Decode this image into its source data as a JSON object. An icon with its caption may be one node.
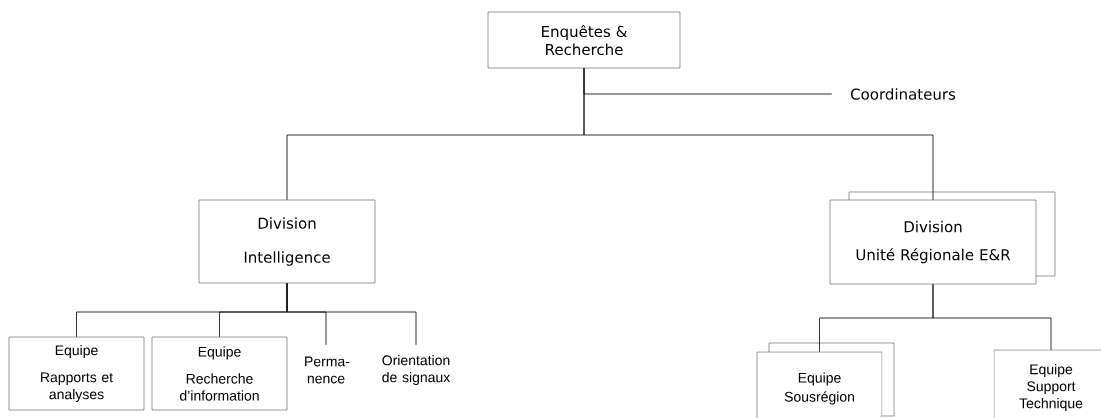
{
  "diagram": {
    "nodes": [
      {
        "text": [
          "Enquêtes & Recherche"
        ]
      },
      {
        "text": [
          "Coordinateurs"
        ]
      },
      {
        "text": [
          "Division",
          "Intelligence"
        ]
      },
      {
        "text": [
          "Division",
          "Unité Régionale E&R"
        ]
      },
      {
        "text": [
          "Equipe",
          "Rapports et analyses"
        ]
      },
      {
        "text": [
          "Equipe",
          "Recherche d’information"
        ]
      },
      {
        "text": [
          "Perma- nence"
        ]
      },
      {
        "text": [
          "Orientation de signaux"
        ]
      },
      {
        "text": [
          "Equipe",
          "Sousrégion"
        ]
      },
      {
        "text": [
          "Equipe",
          "Support Technique"
        ]
      }
    ],
    "edges": [
      {
        "from": 0,
        "to": 1,
        "arrow": "none"
      },
      {
        "from": 0,
        "to": 2,
        "arrow": "none"
      },
      {
        "from": 0,
        "to": 3,
        "arrow": "none"
      },
      {
        "from": 2,
        "to": 4,
        "arrow": "none"
      },
      {
        "from": 2,
        "to": 5,
        "arrow": "none"
      },
      {
        "from": 2,
        "to": 6,
        "arrow": "none"
      },
      {
        "from": 2,
        "to": 7,
        "arrow": "none"
      },
      {
        "from": 3,
        "to": 8,
        "arrow": "none"
      },
      {
        "from": 3,
        "to": 9,
        "arrow": "none"
      }
    ]
  }
}
